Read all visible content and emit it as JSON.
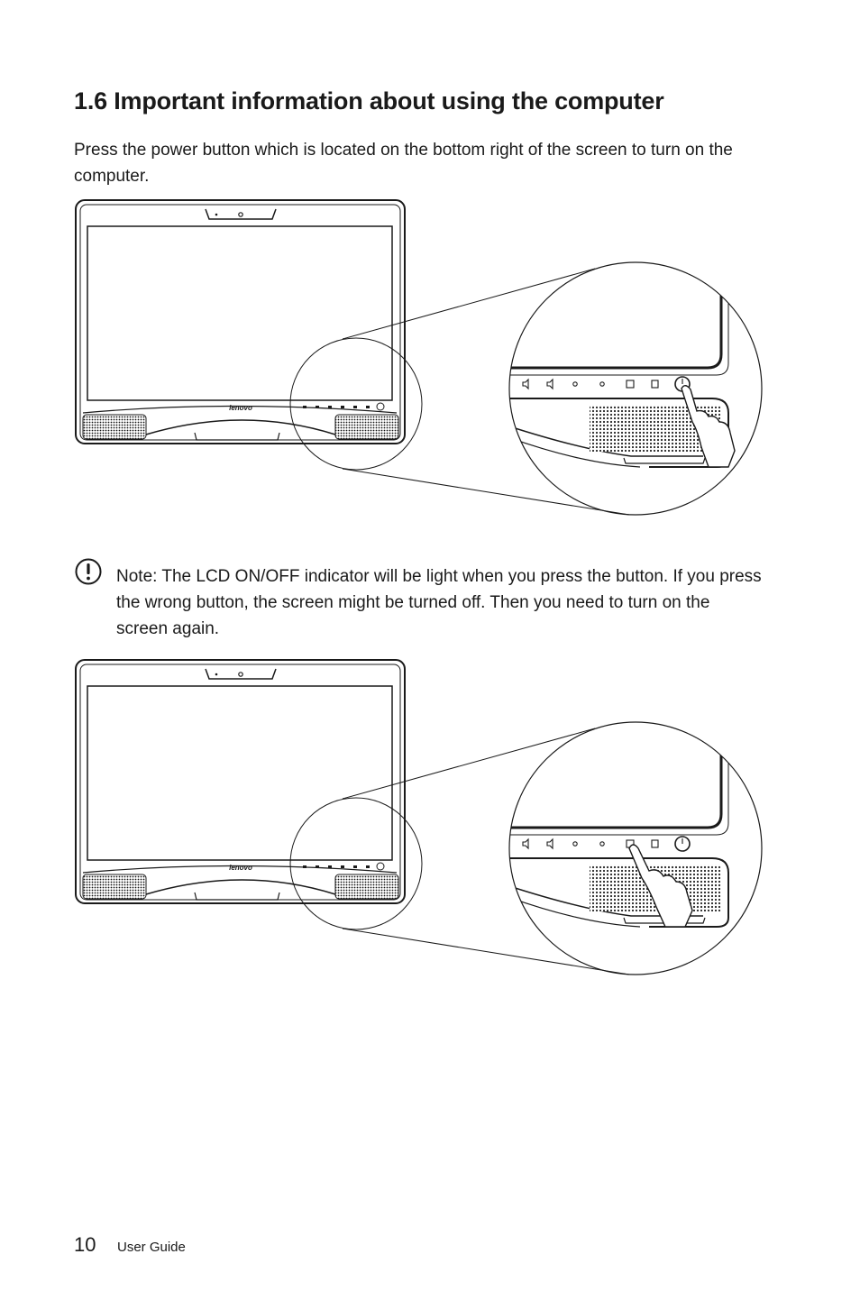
{
  "heading": "1.6 Important information about using the computer",
  "intro": "Press the power button which is located on the bottom right of the screen to turn on the computer.",
  "brand": "lenovo",
  "note": {
    "label": "Note:",
    "text_1": " The ",
    "highlight": "LCD ON/OFF",
    "text_2": " indicator will be light when you press the button. If you press the wrong button, the screen might be turned off. Then you need to turn on the screen again."
  },
  "footer": {
    "page_number": "10",
    "label": "User Guide"
  },
  "icons": {
    "note": "exclamation-circle-icon",
    "buttons": [
      "volume-down-icon",
      "volume-up-icon",
      "brightness-down-icon",
      "brightness-up-icon",
      "lcd-on-off-icon",
      "input-source-icon",
      "power-icon"
    ]
  },
  "colors": {
    "ink": "#1a1a1a",
    "paper": "#ffffff"
  }
}
